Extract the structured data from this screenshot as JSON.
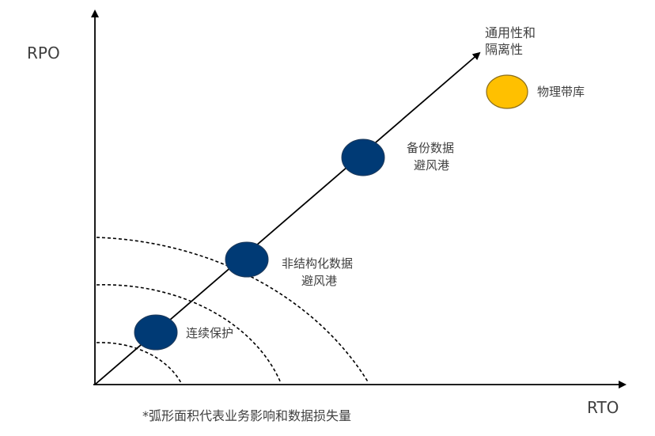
{
  "axes": {
    "y_label": "RPO",
    "x_label": "RTO"
  },
  "diagonal_label": [
    "通用性和",
    "隔离性"
  ],
  "nodes": [
    {
      "label_lines": [
        "连续保护"
      ],
      "color": "#003a75"
    },
    {
      "label_lines": [
        "非结构化数据",
        "避风港"
      ],
      "color": "#003a75"
    },
    {
      "label_lines": [
        "备份数据",
        "避风港"
      ],
      "color": "#003a75"
    }
  ],
  "outlier": {
    "label": "物理带库",
    "color": "#ffc000"
  },
  "footnote": "*弧形面积代表业务影响和数据损失量",
  "colors": {
    "axis": "#000000",
    "arc": "#000000",
    "node_fill": "#003a75",
    "node_stroke": "#1f3a5a",
    "outlier_fill": "#ffc000",
    "outlier_stroke": "#8a6d1a"
  }
}
